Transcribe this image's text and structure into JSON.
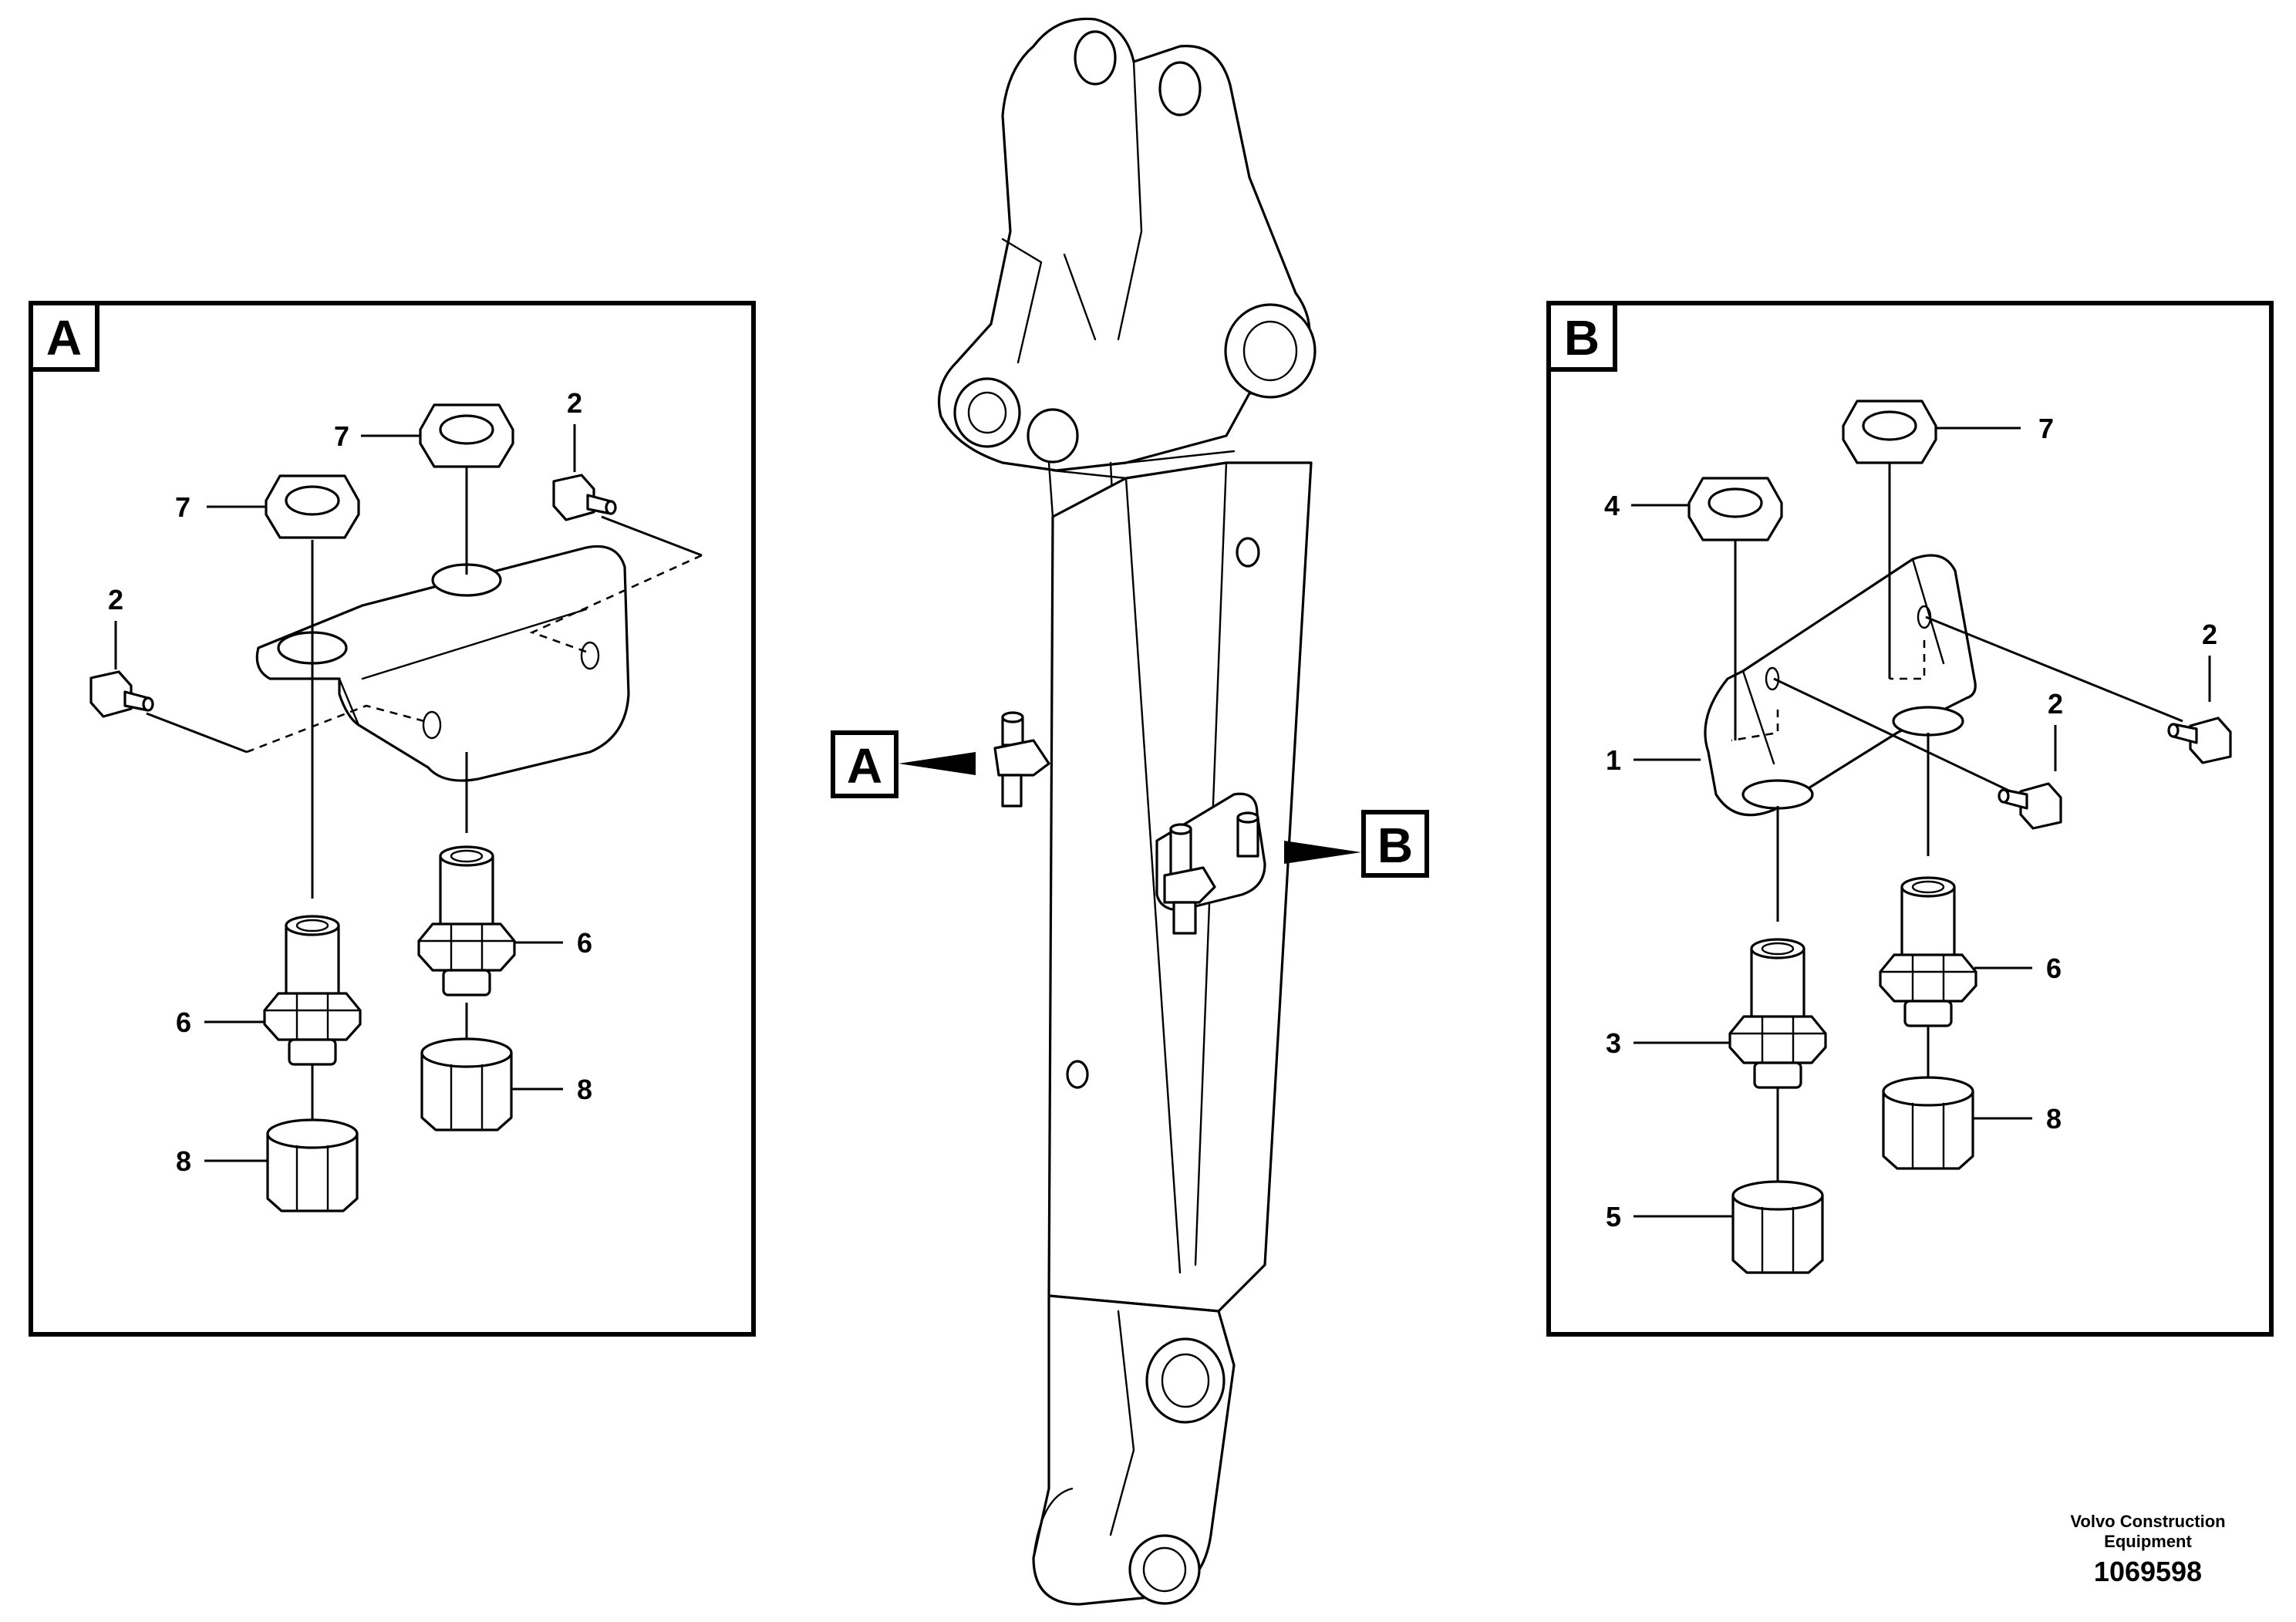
{
  "views": {
    "a": {
      "label": "A"
    },
    "b": {
      "label": "B"
    }
  },
  "callouts": {
    "a": {
      "label": "A"
    },
    "b": {
      "label": "B"
    }
  },
  "view_a_parts": {
    "p2_top": "2",
    "p2_left": "2",
    "p7_top": "7",
    "p7_left": "7",
    "p6_right": "6",
    "p6_left": "6",
    "p8_right": "8",
    "p8_left": "8"
  },
  "view_b_parts": {
    "p7": "7",
    "p4": "4",
    "p2_right": "2",
    "p2_mid": "2",
    "p1": "1",
    "p6": "6",
    "p3": "3",
    "p8": "8",
    "p5": "5"
  },
  "footer": {
    "company_line1": "Volvo Construction",
    "company_line2": "Equipment",
    "drawing_number": "1069598"
  }
}
